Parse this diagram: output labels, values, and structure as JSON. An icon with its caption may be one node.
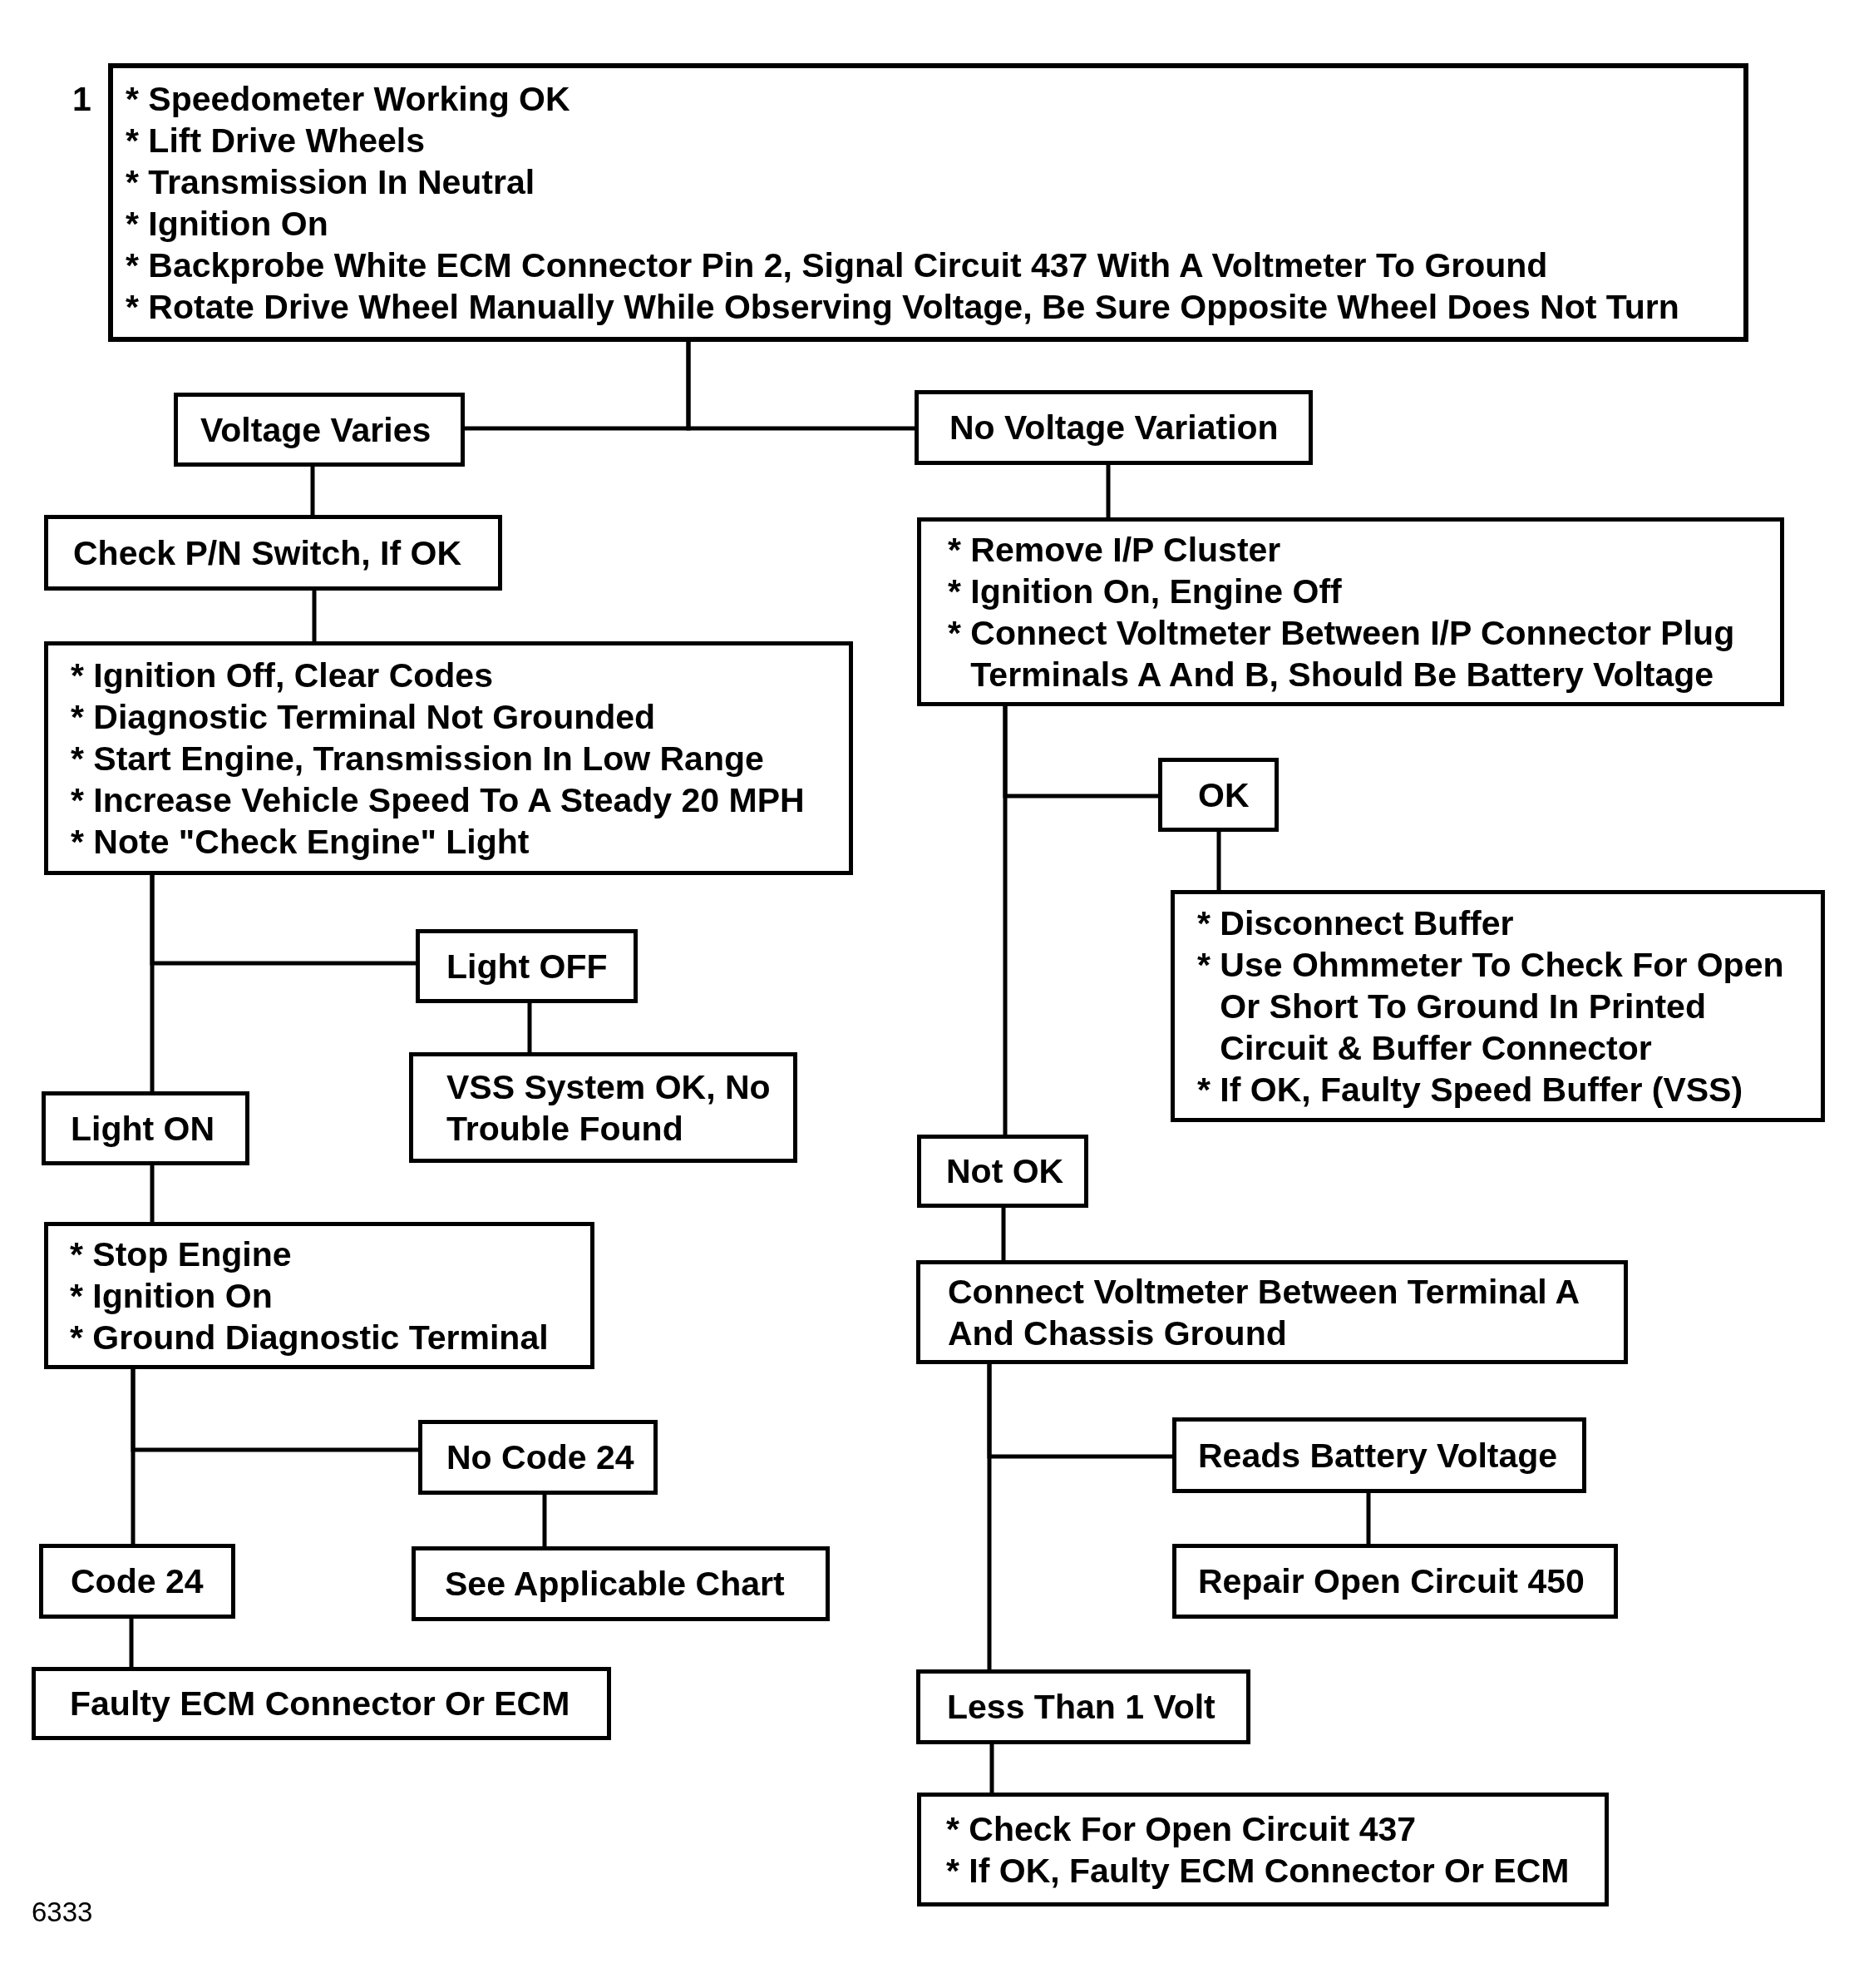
{
  "diagram": {
    "nodes": [
      {
        "text": [
          "* Speedometer Working OK",
          "* Lift Drive Wheels",
          "* Transmission In Neutral",
          "* Ignition On",
          "* Backprobe White ECM Connector Pin 2, Signal Circuit 437 With A Voltmeter To Ground",
          "* Rotate Drive Wheel Manually While Observing Voltage, Be Sure Opposite Wheel Does Not Turn"
        ],
        "beside": [
          "1"
        ]
      },
      {
        "text": [
          "Voltage Varies"
        ]
      },
      {
        "text": [
          "No Voltage Variation"
        ]
      },
      {
        "text": [
          "Check P/N Switch, If OK"
        ]
      },
      {
        "text": [
          "* Ignition Off, Clear Codes",
          "* Diagnostic Terminal Not Grounded",
          "* Start Engine, Transmission In Low Range",
          "* Increase Vehicle Speed To A Steady 20 MPH",
          "* Note \"Check Engine\" Light"
        ]
      },
      {
        "text": [
          "* Remove I/P Cluster",
          "* Ignition On, Engine Off",
          "* Connect Voltmeter Between I/P Connector Plug Terminals A And B, Should Be Battery Voltage"
        ]
      },
      {
        "text": [
          "OK"
        ]
      },
      {
        "text": [
          "Light OFF"
        ]
      },
      {
        "text": [
          "* Disconnect Buffer",
          "* Use Ohmmeter To Check For Open Or Short To Ground In Printed Circuit & Buffer Connector",
          "* If OK, Faulty Speed Buffer (VSS)"
        ]
      },
      {
        "text": [
          "VSS System OK, No Trouble Found"
        ]
      },
      {
        "text": [
          "Light ON"
        ]
      },
      {
        "text": [
          "Not OK"
        ]
      },
      {
        "text": [
          "* Stop Engine",
          "* Ignition On",
          "* Ground Diagnostic Terminal"
        ]
      },
      {
        "text": [
          "Connect Voltmeter Between Terminal A And Chassis Ground"
        ]
      },
      {
        "text": [
          "No Code 24"
        ]
      },
      {
        "text": [
          "Reads Battery Voltage"
        ]
      },
      {
        "text": [
          "Code 24"
        ]
      },
      {
        "text": [
          "See Applicable Chart"
        ]
      },
      {
        "text": [
          "Repair Open Circuit 450"
        ]
      },
      {
        "text": [
          "Faulty ECM Connector Or ECM"
        ]
      },
      {
        "text": [
          "Less Than 1 Volt"
        ]
      },
      {
        "text": [
          "* Check For Open Circuit 437",
          "* If OK, Faulty ECM Connector Or ECM"
        ]
      }
    ],
    "edges": [
      {
        "from": 0,
        "to": 1,
        "arrow": "none"
      },
      {
        "from": 0,
        "to": 2,
        "arrow": "none"
      },
      {
        "from": 1,
        "to": 3,
        "arrow": "none"
      },
      {
        "from": 2,
        "to": 5,
        "arrow": "none"
      },
      {
        "from": 3,
        "to": 4,
        "arrow": "none"
      },
      {
        "from": 5,
        "to": 6,
        "arrow": "none"
      },
      {
        "from": 5,
        "to": 11,
        "arrow": "none"
      },
      {
        "from": 6,
        "to": 8,
        "arrow": "none"
      },
      {
        "from": 4,
        "to": 7,
        "arrow": "none"
      },
      {
        "from": 4,
        "to": 10,
        "arrow": "none"
      },
      {
        "from": 7,
        "to": 9,
        "arrow": "none"
      },
      {
        "from": 10,
        "to": 12,
        "arrow": "none"
      },
      {
        "from": 11,
        "to": 13,
        "arrow": "none"
      },
      {
        "from": 12,
        "to": 14,
        "arrow": "none"
      },
      {
        "from": 12,
        "to": 16,
        "arrow": "none"
      },
      {
        "from": 14,
        "to": 17,
        "arrow": "none"
      },
      {
        "from": 16,
        "to": 19,
        "arrow": "none"
      },
      {
        "from": 13,
        "to": 15,
        "arrow": "none"
      },
      {
        "from": 13,
        "to": 20,
        "arrow": "none"
      },
      {
        "from": 15,
        "to": 18,
        "arrow": "none"
      },
      {
        "from": 20,
        "to": 21,
        "arrow": "none"
      }
    ],
    "labels": [
      "6333"
    ]
  }
}
